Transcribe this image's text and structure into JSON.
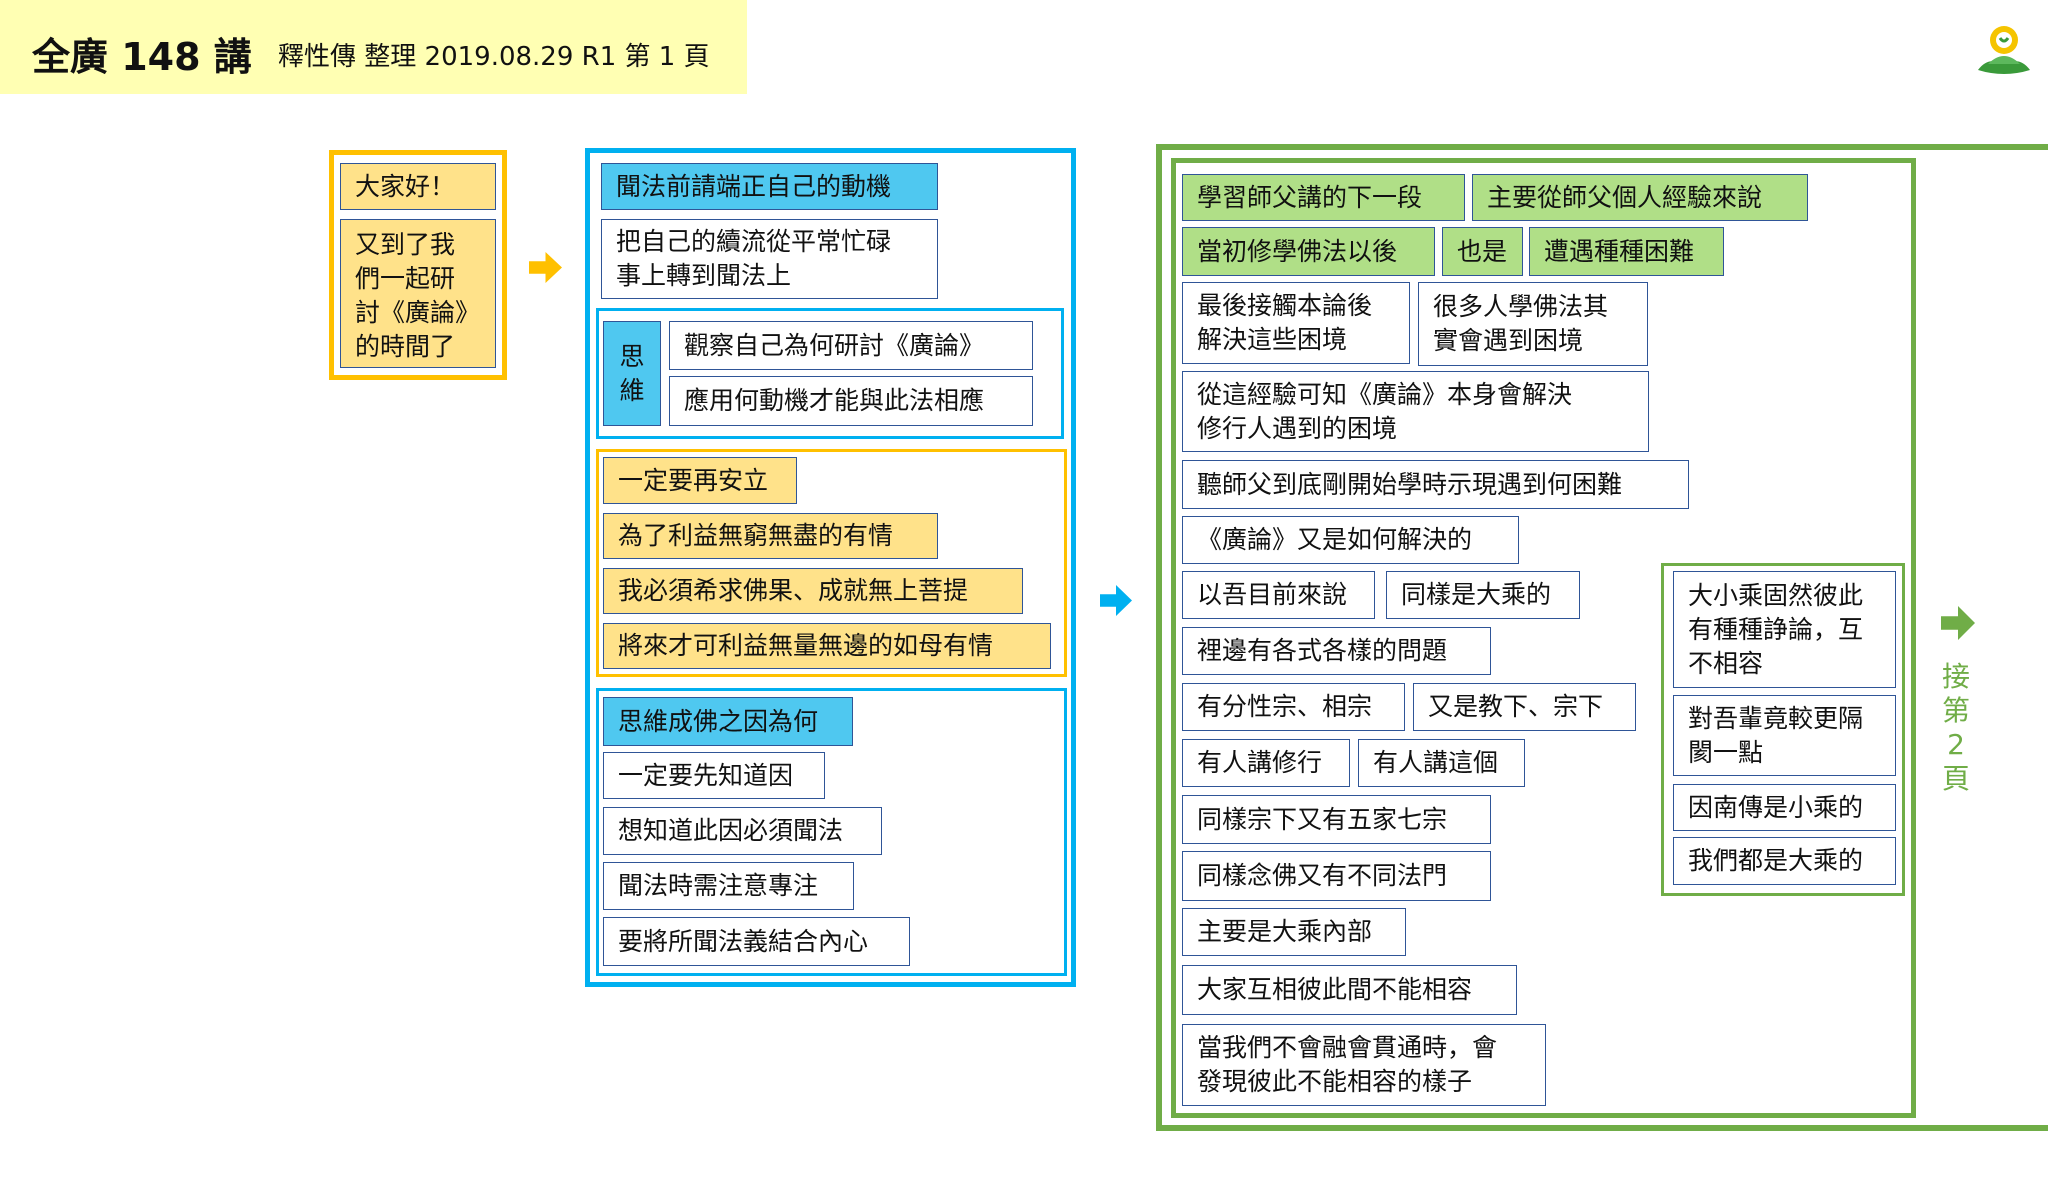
{
  "header": {
    "title": "全廣 148 講",
    "subtitle": "釋性傳 整理 2019.08.29 R1 第 1 頁"
  },
  "col1": [
    "大家好！",
    "又到了我\n們一起研\n討《廣論》\n的時間了"
  ],
  "col2": {
    "motive": "聞法前請端正自己的動機",
    "shift": "把自己的續流從平常忙碌\n事上轉到聞法上",
    "think_label": "思\n維",
    "think": [
      "觀察自己為何研討《廣論》",
      "應用何動機才能與此法相應"
    ],
    "establish": [
      "一定要再安立",
      "為了利益無窮無盡的有情",
      "我必須希求佛果、成就無上菩提",
      "將來才可利益無量無邊的如母有情"
    ],
    "cause": [
      "思維成佛之因為何",
      "一定要先知道因",
      "想知道此因必須聞法",
      "聞法時需注意專注",
      "要將所聞法義結合內心"
    ]
  },
  "col3": {
    "green": [
      "學習師父講的下一段",
      "主要從師父個人經驗來說",
      "當初修學佛法以後",
      "也是",
      "遭遇種種困難"
    ],
    "items": [
      "最後接觸本論後\n解決這些困境",
      "很多人學佛法其\n實會遇到困境",
      "從這經驗可知《廣論》本身會解決\n修行人遇到的困境",
      "聽師父到底剛開始學時示現遇到何困難",
      "《廣論》又是如何解決的",
      "以吾目前來說",
      "同樣是大乘的",
      "裡邊有各式各樣的問題",
      "有分性宗、相宗",
      "又是教下、宗下",
      "有人講修行",
      "有人講這個",
      "同樣宗下又有五家七宗",
      "同樣念佛又有不同法門",
      "主要是大乘內部",
      "大家互相彼此間不能相容",
      "當我們不會融會貫通時，會\n發現彼此不能相容的樣子"
    ],
    "side": [
      "大小乘固然彼此\n有種種諍論，互\n不相容",
      "對吾輩竟較更隔\n閡一點",
      "因南傳是小乘的",
      "我們都是大乘的"
    ]
  },
  "next_page": "接\n第\n2\n頁",
  "colors": {
    "orange": "#FFC000",
    "blue": "#00B0F0",
    "green": "#70AD47"
  }
}
